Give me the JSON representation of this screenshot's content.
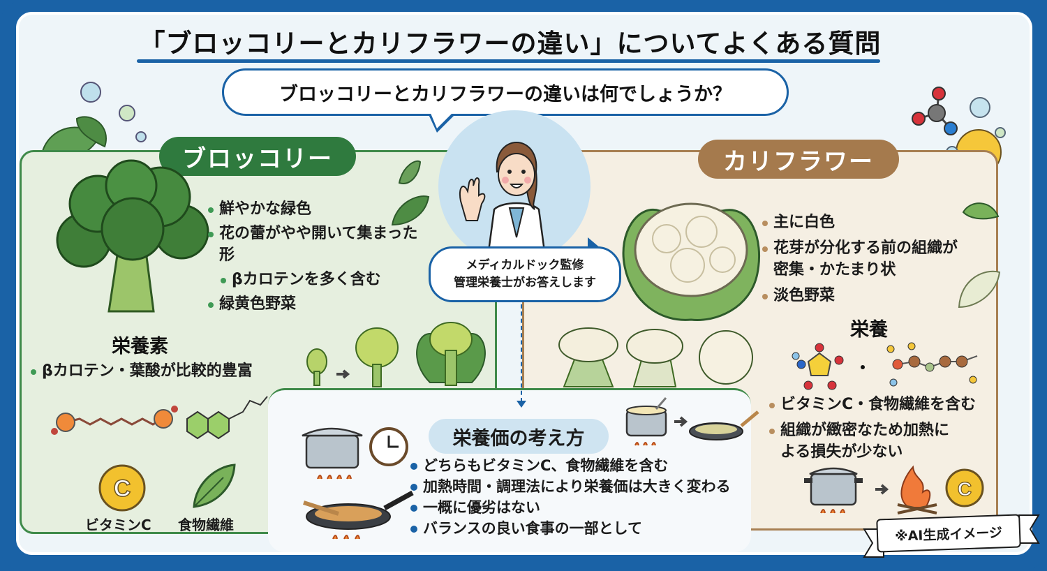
{
  "header": {
    "title": "「ブロッコリーとカリフラワーの違い」についてよくある質問",
    "question": "ブロッコリーとカリフラワーの違いは何でしょうか？"
  },
  "supervisor": {
    "line1": "メディカルドック監修",
    "line2": "管理栄養士がお答えします"
  },
  "broccoli": {
    "label": "ブロッコリー",
    "features": [
      "鮮やかな緑色",
      "花の蕾がやや開いて集まった形",
      "βカロテンを多く含む",
      "緑黄色野菜"
    ],
    "nutrition_heading": "栄養素",
    "nutrition": [
      "βカロテン・葉酸が比較的豊富"
    ],
    "icons": {
      "vitamin_c_label": "ビタミンC",
      "fiber_label": "食物繊維",
      "vitamin_c_glyph": "C"
    },
    "color": "#2f7a3e"
  },
  "cauliflower": {
    "label": "カリフラワー",
    "features": [
      "主に白色",
      "花芽が分化する前の組織が密集・かたまり状",
      "淡色野菜"
    ],
    "nutrition_heading": "栄養",
    "nutrition": [
      "ビタミンC・食物繊維を含む",
      "組織が緻密なため加熱による損失が少ない"
    ],
    "icons": {
      "vitamin_c_glyph": "C"
    },
    "color": "#a57a4d"
  },
  "nutrition_value": {
    "heading": "栄養価の考え方",
    "points": [
      "どちらもビタミンC、食物繊維を含む",
      "加熱時間・調理法により栄養価は大きく変わる",
      "一概に優劣はない",
      "バランスの良い食事の一部として"
    ]
  },
  "footer": {
    "disclaimer": "※AI生成イメージ"
  },
  "colors": {
    "frame_blue": "#1a62a6",
    "broccoli_green": "#2f7a3e",
    "cauliflower_brown": "#a57a4d",
    "vitamin_yellow": "#f2c12e"
  }
}
